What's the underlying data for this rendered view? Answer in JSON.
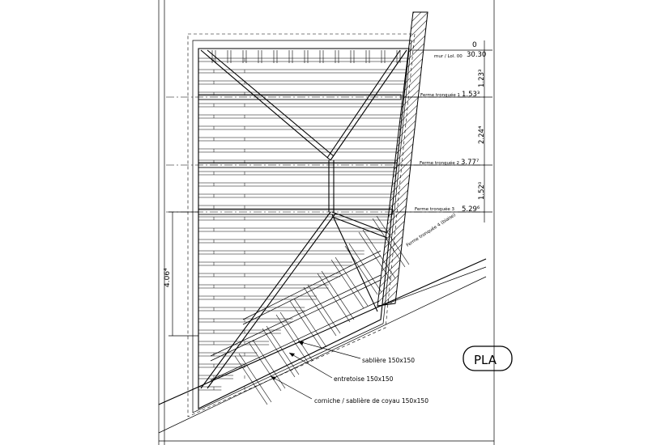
{
  "plan": {
    "title_fragment": "PLA",
    "levels": [
      {
        "label": "mur / Lol. 00",
        "value": "30.30"
      },
      {
        "label": "Ferme tronquée 1",
        "value": "1.53³"
      },
      {
        "label": "Ferme tronquée 2",
        "value": "3.77⁷"
      },
      {
        "label": "Ferme tronquée 3",
        "value": "5.29⁶"
      }
    ],
    "zero_label": "0",
    "diagonal_label": "Ferme tronquée 4 (biaise)",
    "spacings": [
      "1.23³",
      "2.24⁴",
      "1.52⁰"
    ],
    "left_dimension": "4.06⁴",
    "callouts": [
      "sablière 150x150",
      "entretoise 150x150",
      "corniche / sablière de coyau 150x150"
    ]
  }
}
